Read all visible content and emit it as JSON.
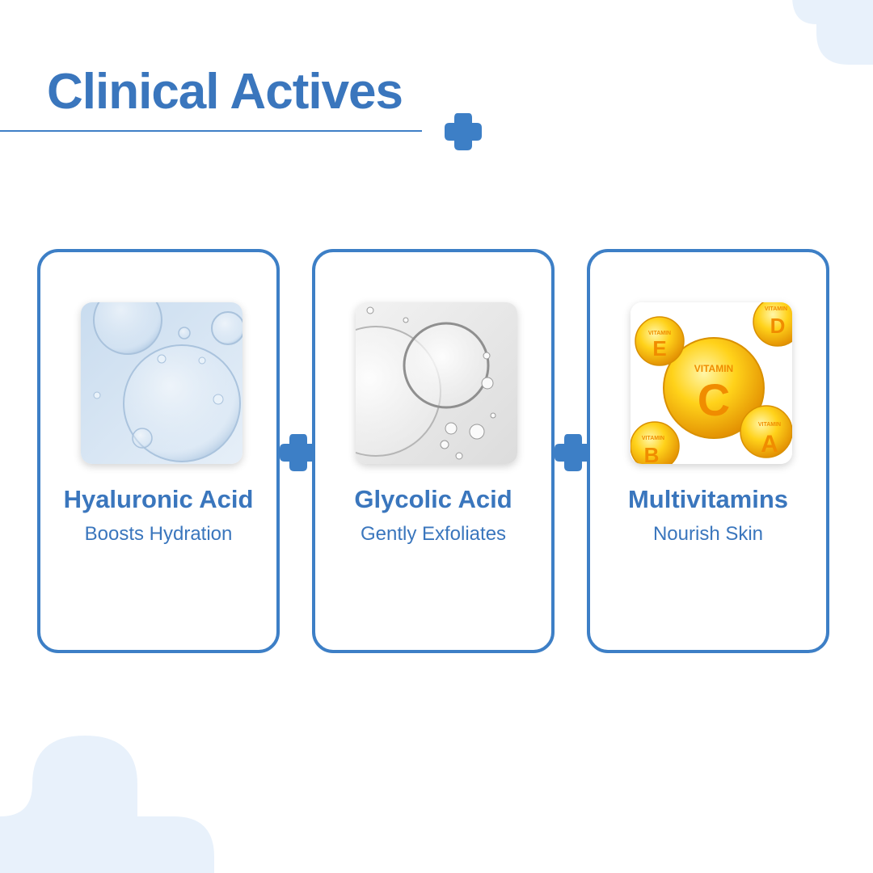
{
  "title": "Clinical Actives",
  "colors": {
    "brand_blue": "#3a76bd",
    "card_border": "#3d7fc6",
    "background_cross": "#e8f1fb"
  },
  "actives": [
    {
      "name": "Hyaluronic Acid",
      "benefit": "Boosts Hydration",
      "image_icon": "water-bubbles-image"
    },
    {
      "name": "Glycolic Acid",
      "benefit": "Gently Exfoliates",
      "image_icon": "gel-bubbles-image"
    },
    {
      "name": "Multivitamins",
      "benefit": "Nourish Skin",
      "image_icon": "vitamin-capsules-image",
      "capsules": {
        "word": "VITAMIN",
        "letters": {
          "c": "C",
          "e": "E",
          "d": "D",
          "a": "A",
          "b": "B"
        }
      }
    }
  ]
}
